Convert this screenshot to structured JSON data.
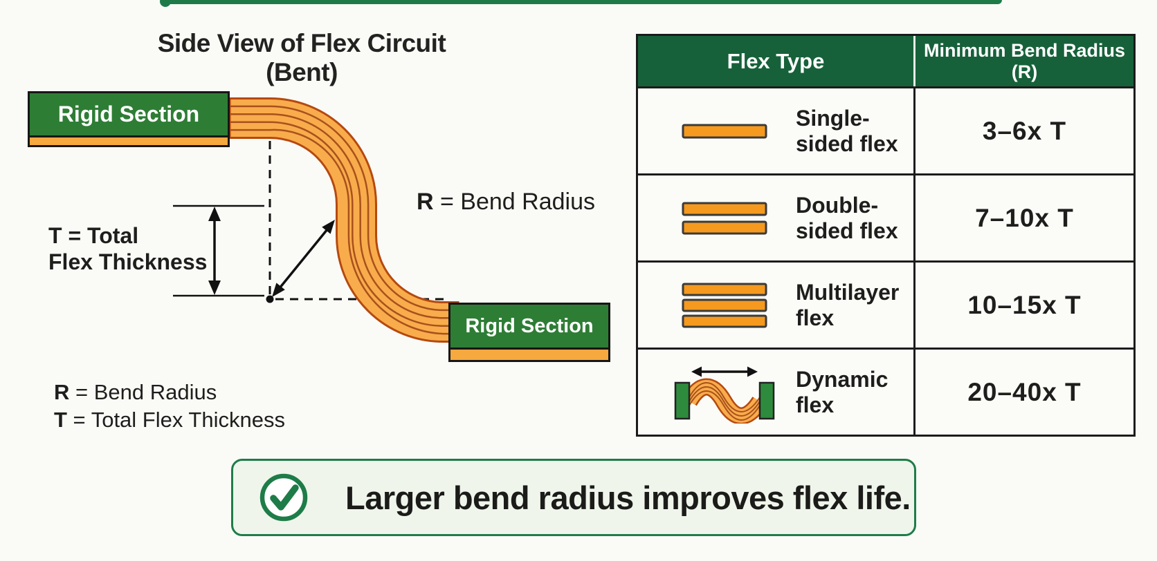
{
  "colors": {
    "header_green": "#17613A",
    "rigid_green": "#2E7D35",
    "accent_green": "#1E7C48",
    "ribbon_orange": "#F9AC4B",
    "deep_orange": "#F59A1F",
    "ribbon_edge": "#B5490F",
    "text_dark": "#1E1E1C",
    "background": "#FAFAF7"
  },
  "diagram": {
    "title": "Side View of Flex Circuit (Bent)",
    "rigid_label": "Rigid Section",
    "thickness_line1": "T = Total",
    "thickness_line2": "Flex Thickness",
    "bend_radius_symbol": "R",
    "bend_radius_rest": " = Bend Radius",
    "legend": [
      {
        "symbol": "R",
        "rest": " = Bend Radius"
      },
      {
        "symbol": "T",
        "rest": " = Total Flex Thickness"
      }
    ]
  },
  "table": {
    "headers": [
      "Flex Type",
      "Minimum Bend Radius (R)"
    ],
    "rows": [
      {
        "type": "Single-sided flex",
        "radius": "3–6x T",
        "icon": "single-sided-flex-icon"
      },
      {
        "type": "Double-sided flex",
        "radius": "7–10x T",
        "icon": "double-sided-flex-icon"
      },
      {
        "type": "Multilayer flex",
        "radius": "10–15x T",
        "icon": "multilayer-flex-icon"
      },
      {
        "type": "Dynamic flex",
        "radius": "20–40x T",
        "icon": "dynamic-flex-icon"
      }
    ]
  },
  "callout": {
    "icon": "check-icon",
    "text": "Larger bend radius improves flex life."
  }
}
